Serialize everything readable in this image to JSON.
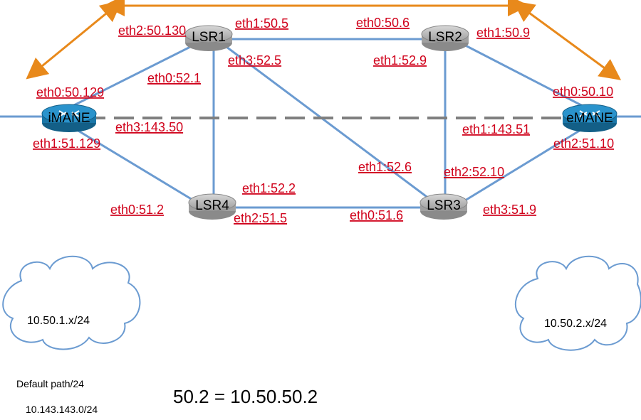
{
  "nodes": {
    "lsr1": "LSR1",
    "lsr2": "LSR2",
    "lsr3": "LSR3",
    "lsr4": "LSR4",
    "imane": "iMANE",
    "emane": "eMANE"
  },
  "interfaces": {
    "lsr1_eth2": "eth2:50.130",
    "lsr1_eth1": "eth1:50.5",
    "lsr1_eth3": "eth3:52.5",
    "lsr1_eth0": "eth0:52.1",
    "lsr2_eth0": "eth0:50.6",
    "lsr2_eth1_top": "eth1:50.9",
    "lsr2_eth1_bottom": "eth1:52.9",
    "imane_eth0": "eth0:50.129",
    "imane_eth3": "eth3:143.50",
    "imane_eth1": "eth1:51.129",
    "emane_eth0": "eth0:50.10",
    "emane_eth1": "eth1:143.51",
    "emane_eth2": "eth2:51.10",
    "lsr3_eth1": "eth1:52.6",
    "lsr3_eth2": "eth2:52.10",
    "lsr3_eth0": "eth0:51.6",
    "lsr3_eth3": "eth3:51.9",
    "lsr4_eth0": "eth0:51.2",
    "lsr4_eth1": "eth1:52.2",
    "lsr4_eth2": "eth2:51.5"
  },
  "clouds": {
    "left": "10.50.1.x/24",
    "right": "10.50.2.x/24"
  },
  "notes": {
    "default_path": "Default path/24",
    "default_subnet": "10.143.143.0/24",
    "address_example": "50.2 = 10.50.50.2"
  },
  "colors": {
    "link": "#6b9bd1",
    "router_fill": "#b0b0b0",
    "router_icon": "#1f8ac0",
    "interface_label": "#d0021b",
    "bidirectional_arrow": "#e8891b",
    "default_path": "#7f7f7f",
    "cloud_stroke": "#6b9bd1"
  }
}
